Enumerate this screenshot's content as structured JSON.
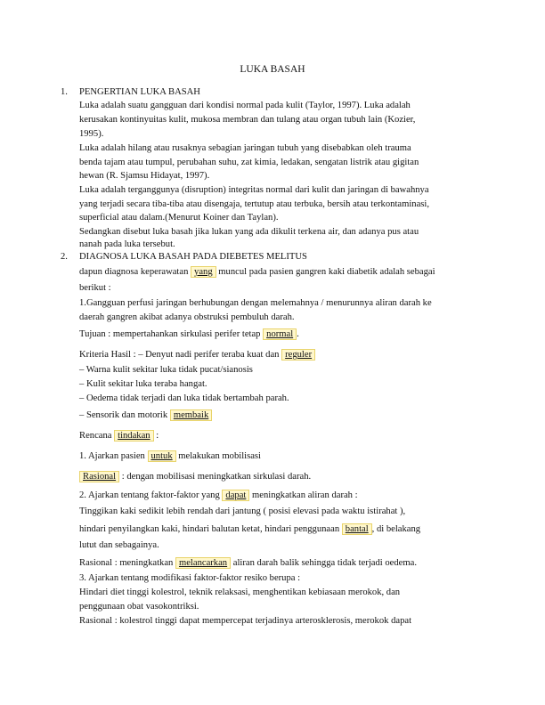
{
  "doc": {
    "title": "LUKA BASAH",
    "s1": {
      "num": "1.",
      "heading": "PENGERTIAN LUKA BASAH",
      "lines": [
        "Luka adalah suatu gangguan dari kondisi normal pada kulit (Taylor, 1997). Luka adalah",
        "kerusakan kontinyuitas kulit, mukosa membran dan tulang atau organ tubuh lain (Kozier,",
        "1995).",
        "Luka adalah hilang atau rusaknya sebagian jaringan tubuh yang disebabkan oleh trauma",
        "benda tajam atau tumpul, perubahan suhu, zat kimia, ledakan, sengatan listrik atau gigitan",
        "hewan (R. Sjamsu Hidayat, 1997).",
        "Luka adalah terganggunya (disruption) integritas normal dari kulit dan jaringan di bawahnya",
        "yang terjadi secara tiba-tiba atau disengaja, tertutup atau terbuka, bersih atau terkontaminasi,",
        "superficial atau dalam.(Menurut Koiner dan Taylan).",
        "Sedangkan disebut luka basah jika lukan yang ada dikulit terkena air, dan adanya pus atau",
        "nanah pada luka tersebut."
      ]
    },
    "s2": {
      "num": "2.",
      "heading": "DIAGNOSA LUKA BASAH PADA DIEBETES MELITUS",
      "intro_a": "dapun diagnosa keperawatan",
      "intro_hl": "yang",
      "intro_b": "muncul pada pasien gangren kaki diabetik adalah sebagai",
      "intro_c": "berikut :",
      "d1a": "1.Gangguan perfusi jaringan berhubungan dengan melemahnya / menurunnya aliran darah ke",
      "d1b": "daerah gangren akibat adanya obstruksi pembuluh darah.",
      "tujuan_a": "Tujuan : mempertahankan sirkulasi perifer tetap",
      "tujuan_hl": "normal",
      "tujuan_b": ".",
      "kriteria_a": "Kriteria Hasil : – Denyut nadi perifer teraba kuat dan",
      "kriteria_hl": "reguler",
      "k1": "– Warna kulit sekitar luka tidak pucat/sianosis",
      "k2": "– Kulit sekitar luka teraba hangat.",
      "k3": "– Oedema tidak terjadi dan luka tidak bertambah parah.",
      "k4_a": "– Sensorik dan motorik",
      "k4_hl": "membaik",
      "rencana_a": "Rencana",
      "rencana_hl": "tindakan",
      "rencana_b": ":",
      "r1_a": "1. Ajarkan pasien",
      "r1_hl": "untuk",
      "r1_b": "melakukan mobilisasi",
      "ras1_hl": "Rasional",
      "ras1_b": ": dengan mobilisasi meningkatkan sirkulasi darah.",
      "r2_a": "2. Ajarkan tentang faktor-faktor yang",
      "r2_hl": "dapat",
      "r2_b": "meningkatkan aliran darah :",
      "r2_l2": "Tinggikan kaki sedikit lebih rendah dari jantung ( posisi elevasi pada waktu istirahat ),",
      "r2_l3a": "hindari penyilangkan kaki, hindari balutan ketat, hindari penggunaan",
      "r2_l3hl": "bantal",
      "r2_l3b": ", di belakang",
      "r2_l4": "lutut dan sebagainya.",
      "ras2_a": "Rasional : meningkatkan",
      "ras2_hl": "melancarkan",
      "ras2_b": "aliran darah balik sehingga tidak terjadi oedema.",
      "r3": "3. Ajarkan tentang modifikasi faktor-faktor resiko berupa :",
      "r3_l2": "Hindari diet tinggi kolestrol, teknik relaksasi, menghentikan kebiasaan merokok, dan",
      "r3_l3": "penggunaan obat vasokontriksi.",
      "ras3": "Rasional : kolestrol tinggi dapat mempercepat terjadinya arterosklerosis, merokok dapat"
    }
  }
}
